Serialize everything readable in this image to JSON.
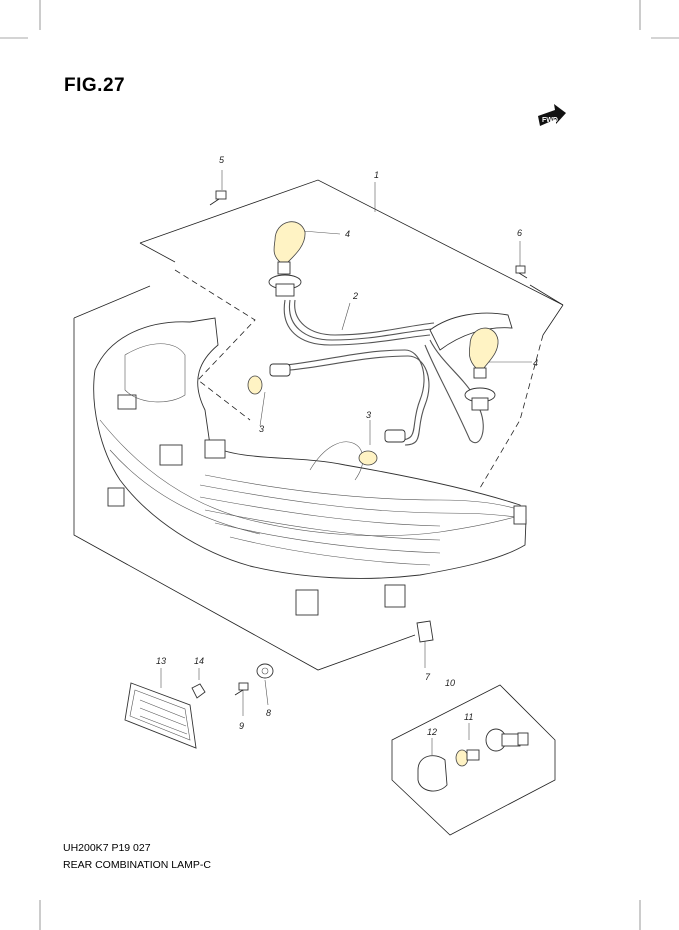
{
  "figure": {
    "title": "FIG.27",
    "code": "UH200K7 P19 027",
    "caption": "REAR COMBINATION LAMP-C",
    "direction_badge": "FWD"
  },
  "callouts": [
    {
      "id": "c1",
      "label": "1"
    },
    {
      "id": "c2",
      "label": "2"
    },
    {
      "id": "c3a",
      "label": "3"
    },
    {
      "id": "c3b",
      "label": "3"
    },
    {
      "id": "c4a",
      "label": "4"
    },
    {
      "id": "c4b",
      "label": "4"
    },
    {
      "id": "c5",
      "label": "5"
    },
    {
      "id": "c6",
      "label": "6"
    },
    {
      "id": "c7",
      "label": "7"
    },
    {
      "id": "c8",
      "label": "8"
    },
    {
      "id": "c9",
      "label": "9"
    },
    {
      "id": "c10",
      "label": "10"
    },
    {
      "id": "c11",
      "label": "11"
    },
    {
      "id": "c12",
      "label": "12"
    },
    {
      "id": "c13",
      "label": "13"
    },
    {
      "id": "c14",
      "label": "14"
    }
  ],
  "colors": {
    "ink": "#222222",
    "bulb": "#fff3c4",
    "background": "#ffffff"
  }
}
